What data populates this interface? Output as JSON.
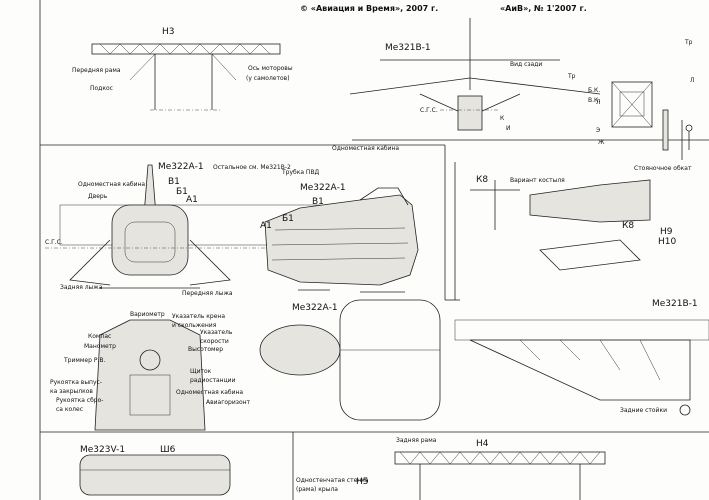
{
  "header": {
    "left": "© «Авиация и Время», 2007 г.",
    "right": "«АиВ», № 1'2007 г."
  },
  "labels": {
    "h3": "Н3",
    "front_frame": "Передняя рама",
    "strut": "Подкос",
    "motor_axis": "Ось моторовы",
    "motor_axis2": "(у самолетов)",
    "me321b1_top": "Ме321В-1",
    "rear_view": "Вид сзади",
    "sgs1": "С.Г.С.",
    "bk": "Б.К.",
    "vk": "В.К.",
    "l1": "Л",
    "k1": "К",
    "i1": "И",
    "zh1": "Ж",
    "e1": "Э",
    "tr": "Тр",
    "l2": "Л",
    "standing": "Стояночное обкат",
    "single_cab_top": "Одноместная кабина",
    "pvd": "Трубка ПВД",
    "me322a1_head": "Ме322А-1",
    "rest_see": "Остальное см. Ме321В-2",
    "single_cab": "Одноместная кабина",
    "door": "Дверь",
    "b1a": "В1",
    "b1b": "Б1",
    "a1": "А1",
    "sgs2": "С.Г.С.",
    "rear_ski": "Задняя лыжа",
    "front_ski": "Передняя лыжа",
    "me322a1_side": "Ме322А-1",
    "b1_side": "В1",
    "a1_side": "А1",
    "b1_side2": "Б1",
    "k8": "К8",
    "tail_variant": "Вариант костыля",
    "k8b": "К8",
    "h9": "Н9",
    "h10": "Н10",
    "me322a1_plan": "Ме322А-1",
    "variometer": "Вариометр",
    "bank_indicator": "Указатель крена",
    "and_slip": "и скольжения",
    "speed_ind": "Указатель",
    "speed_ind2": "скорости",
    "compass": "Компас",
    "manometer": "Манометр",
    "altimeter": "Высотомер",
    "trimmer": "Триммер Р.В.",
    "panel": "Щиток",
    "radio": "радиостанции",
    "flap_lever": "Рукоятка выпус-",
    "flap_lever2": "ка закрылков",
    "wheel_lever": "Рукоятка сбро-",
    "wheel_lever2": "са колес",
    "single_cab_bottom": "Одноместная кабина",
    "horizon": "Авиагоризонт",
    "me321b1_right": "Ме321В-1",
    "rear_struts": "Задние стойки",
    "me323v1": "Ме323V-1",
    "sh6": "Ш6",
    "rear_frame": "Задняя рама",
    "h4": "Н4",
    "single_wall": "Одностенчатая стенка",
    "wing_frame": "(рама) крыла",
    "h5": "Н5"
  }
}
